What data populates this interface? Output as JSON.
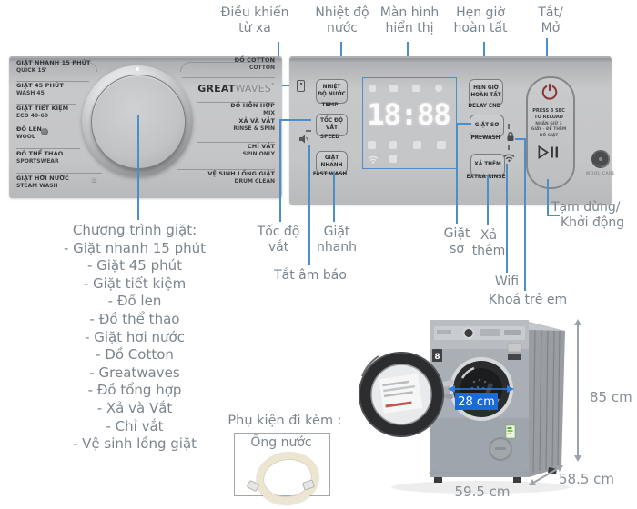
{
  "callouts": {
    "remote": {
      "line1": "Điều khiển",
      "line2": "từ xa"
    },
    "water_temp": {
      "line1": "Nhiệt độ",
      "line2": "nước"
    },
    "display": {
      "line1": "Màn hình",
      "line2": "hiển thị"
    },
    "delay_end": {
      "line1": "Hẹn giờ",
      "line2": "hoàn tất"
    },
    "power": {
      "line1": "Tắt/",
      "line2": "Mở"
    },
    "spin_speed": {
      "line1": "Tốc độ",
      "line2": "vắt"
    },
    "fast_wash": {
      "line1": "Giặt",
      "line2": "nhanh"
    },
    "mute": "Tắt âm báo",
    "prewash": {
      "line1": "Giặt",
      "line2": "sơ"
    },
    "extra_rinse": {
      "line1": "Xả",
      "line2": "thêm"
    },
    "wifi": "Wifi",
    "child_lock": "Khoá trẻ em",
    "pause_start": {
      "line1": "Tạm dừng/",
      "line2": "Khởi động"
    }
  },
  "dial_panel": {
    "programs_left": [
      {
        "vi": "GIẶT NHANH 15 PHÚT",
        "en": "QUICK 15'"
      },
      {
        "vi": "GIẶT 45 PHÚT",
        "en": "WASH 45'"
      },
      {
        "vi": "GIẶT TIẾT KIỆM",
        "en": "ECO 40-60"
      },
      {
        "vi": "ĐỒ LEN",
        "en": "WOOL"
      },
      {
        "vi": "ĐỒ THỂ THAO",
        "en": "SPORTSWEAR"
      },
      {
        "vi": "GIẶT HƠI NƯỚC",
        "en": "STEAM WASH"
      }
    ],
    "brand": {
      "bold": "GREAT",
      "light": "WAVES",
      "tm": "™"
    },
    "programs_right": [
      {
        "vi": "ĐỒ COTTON",
        "en": "COTTON"
      },
      {
        "vi": "ĐỒ HỖN HỢP",
        "en": "MIX"
      },
      {
        "vi": "XẢ VÀ VẮT",
        "en": "RINSE & SPIN"
      },
      {
        "vi": "CHỈ VẮT",
        "en": "SPIN ONLY"
      },
      {
        "vi": "VỆ SINH LỒNG GIẶT",
        "en": "DRUM CLEAN"
      }
    ]
  },
  "control_panel": {
    "buttons": [
      {
        "label": "NHIỆT ĐỘ NƯỚC",
        "sub": "TEMP"
      },
      {
        "label": "TỐC ĐỘ VẮT",
        "sub": "SPEED"
      },
      {
        "label": "GIẶT NHANH",
        "sub": "FAST WASH"
      },
      {
        "label": "HẸN GIỜ HOÀN TẤT",
        "sub": "DELAY END"
      },
      {
        "label": "GIẶT SƠ",
        "sub": "PREWASH"
      },
      {
        "label": "XẢ THÊM",
        "sub": "EXTRA RINSE"
      }
    ],
    "display_time": "18:88",
    "hold_button": {
      "en": "PRESS 3 SEC TO RELOAD",
      "vi": "NHẤN GIỮ 3 GIÂY - ĐỂ THÊM ĐỒ GIẶT"
    },
    "wool_care": "WOOL CARE"
  },
  "program_list": {
    "title": "Chương trình giặt:",
    "items": [
      "- Giặt nhanh 15 phút",
      "- Giặt 45 phút",
      "- Giặt tiết kiệm",
      "- Đồ len",
      "- Đồ thể thao",
      "- Giặt hơi nước",
      "- Đồ Cotton",
      "- Greatwaves",
      "- Đồ tổng hợp",
      "- Xả và Vắt",
      "- Chỉ vắt",
      "- Vệ sinh lồng giặt"
    ]
  },
  "accessory": {
    "title": "Phụ kiện đi kèm :",
    "item": "Ống nước"
  },
  "dimensions": {
    "door": "28 cm",
    "height": "85 cm",
    "depth": "58.5 cm",
    "width": "59.5 cm"
  },
  "machine": {
    "capacity_badge": "8"
  },
  "colors": {
    "line_blue": "#4f8dc9",
    "badge_blue": "#1a6bd8",
    "callout_text": "#7b858e",
    "power_red": "#8b3434"
  }
}
